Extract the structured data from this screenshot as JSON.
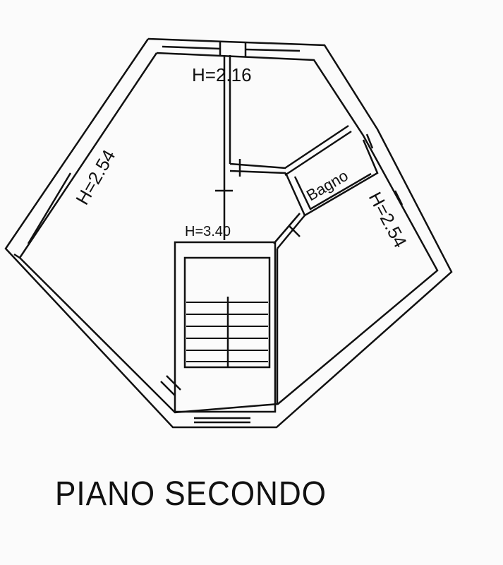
{
  "plan": {
    "title": "PIANO SECONDO",
    "labels": {
      "height_left": "H=2.54",
      "height_top": "H=2.16",
      "height_stair": "H=3.40",
      "height_right": "H=2.54",
      "bathroom": "Bagno"
    },
    "colors": {
      "line": "#111111",
      "background": "#fbfbfb"
    }
  }
}
